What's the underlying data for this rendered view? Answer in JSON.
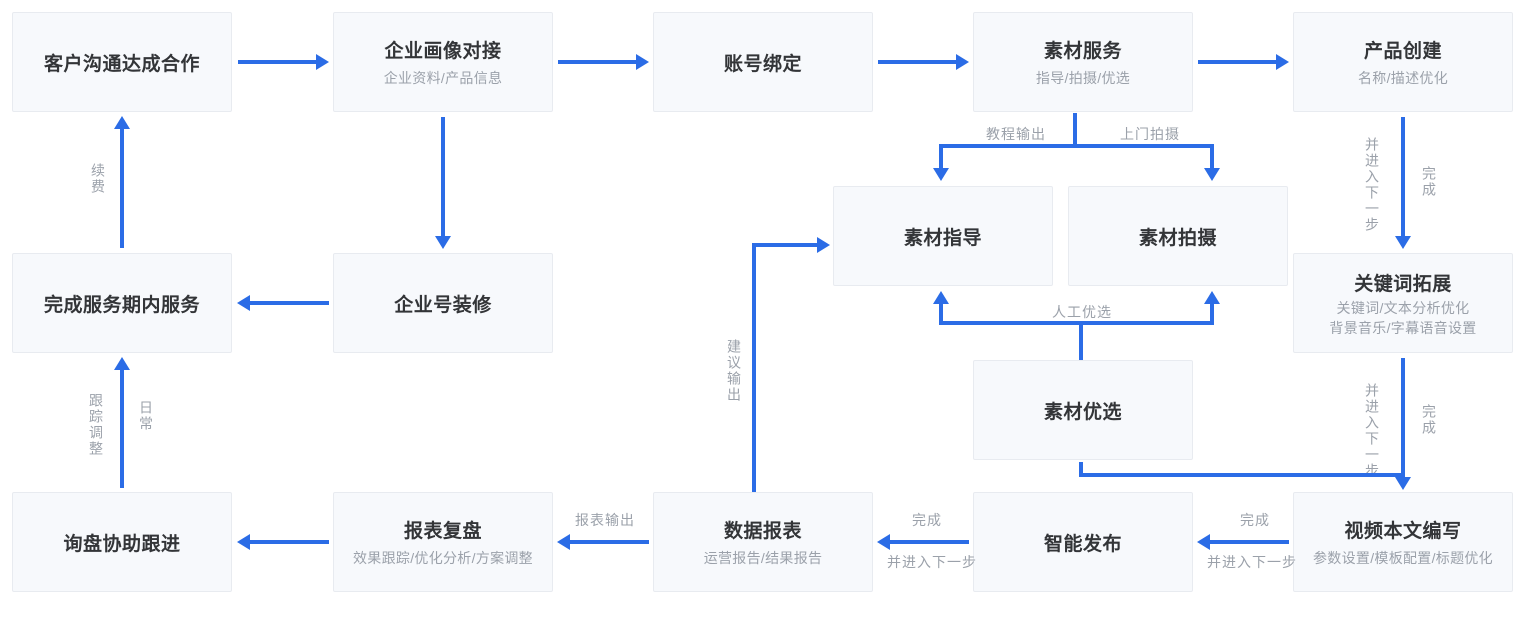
{
  "diagram": {
    "colors": {
      "arrow_blue": "#2b6ce6",
      "node_background": "#f7f9fc",
      "node_border": "#e8ebf0",
      "title_text": "#333538",
      "muted_text": "#9ba1aa"
    },
    "nodes": {
      "customer": {
        "title": "客户沟通达成合作"
      },
      "profile": {
        "title": "企业画像对接",
        "subtitles": [
          "企业资料/产品信息"
        ]
      },
      "account": {
        "title": "账号绑定"
      },
      "material_service": {
        "title": "素材服务",
        "subtitles": [
          "指导/拍摄/优选"
        ]
      },
      "product_create": {
        "title": "产品创建",
        "subtitles": [
          "名称/描述优化"
        ]
      },
      "material_guide": {
        "title": "素材指导"
      },
      "material_shoot": {
        "title": "素材拍摄"
      },
      "service_done": {
        "title": "完成服务期内服务"
      },
      "account_decorate": {
        "title": "企业号装修"
      },
      "keyword_expand": {
        "title": "关键词拓展",
        "subtitles": [
          "关键词/文本分析优化",
          "背景音乐/字幕语音设置"
        ]
      },
      "material_select": {
        "title": "素材优选"
      },
      "inquiry_follow": {
        "title": "询盘协助跟进"
      },
      "report_review": {
        "title": "报表复盘",
        "subtitles": [
          "效果跟踪/优化分析/方案调整"
        ]
      },
      "data_report": {
        "title": "数据报表",
        "subtitles": [
          "运营报告/结果报告"
        ]
      },
      "smart_publish": {
        "title": "智能发布"
      },
      "video_write": {
        "title": "视频本文编写",
        "subtitles": [
          "参数设置/模板配置/标题优化"
        ]
      }
    },
    "edge_labels": {
      "renew": "续费",
      "tutorial_output": "教程输出",
      "onsite_shoot": "上门拍摄",
      "and_next_step": "并进入下一步",
      "complete": "完成",
      "manual_select": "人工优选",
      "suggestion_output": "建议输出",
      "track_adjust": "跟踪调整",
      "daily": "日常",
      "report_output": "报表输出"
    }
  }
}
